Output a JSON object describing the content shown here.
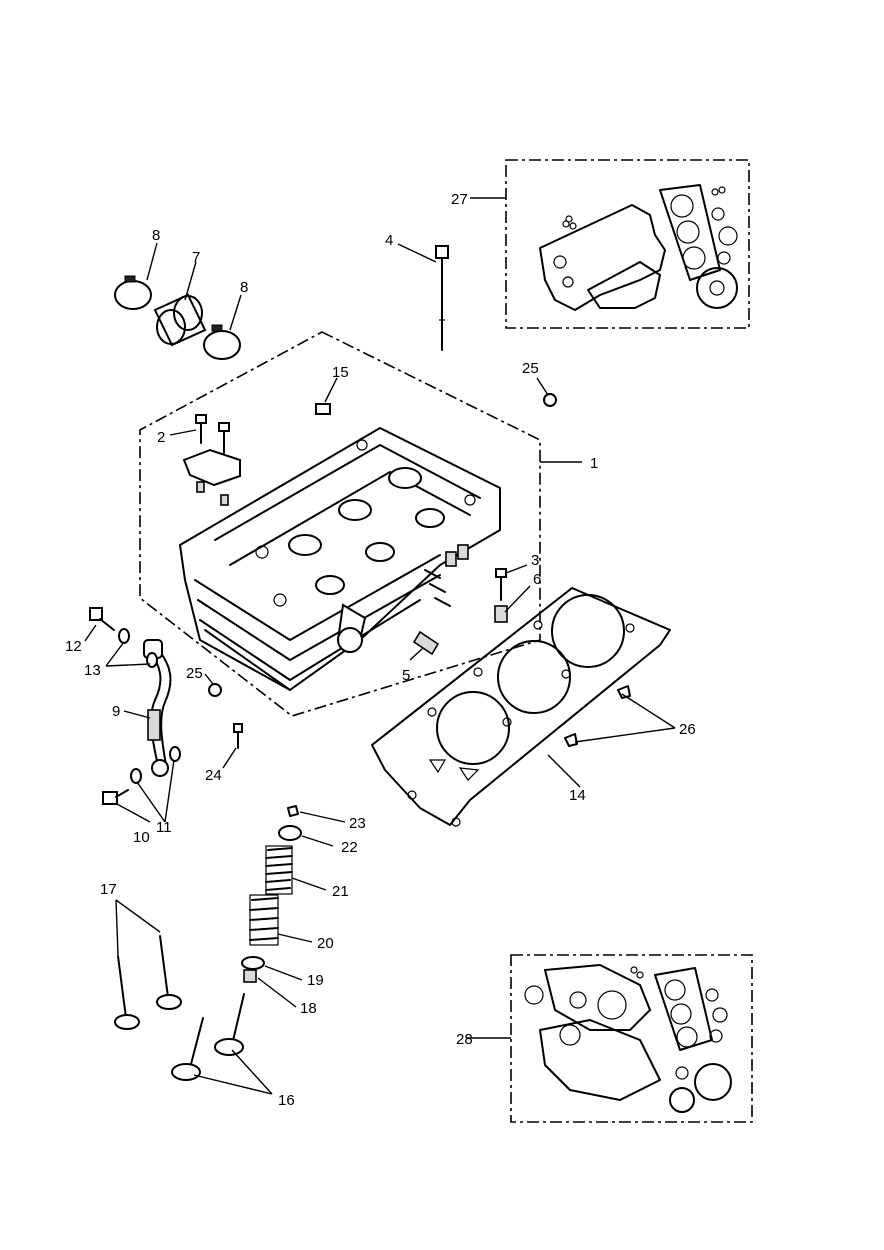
{
  "callouts": [
    {
      "id": "c1",
      "text": "1"
    },
    {
      "id": "c2",
      "text": "2"
    },
    {
      "id": "c3",
      "text": "3"
    },
    {
      "id": "c4",
      "text": "4"
    },
    {
      "id": "c5",
      "text": "5"
    },
    {
      "id": "c6",
      "text": "6"
    },
    {
      "id": "c7",
      "text": "7"
    },
    {
      "id": "c8a",
      "text": "8"
    },
    {
      "id": "c8b",
      "text": "8"
    },
    {
      "id": "c9",
      "text": "9"
    },
    {
      "id": "c10",
      "text": "10"
    },
    {
      "id": "c11",
      "text": "11"
    },
    {
      "id": "c12",
      "text": "12"
    },
    {
      "id": "c13",
      "text": "13"
    },
    {
      "id": "c14",
      "text": "14"
    },
    {
      "id": "c15",
      "text": "15"
    },
    {
      "id": "c16",
      "text": "16"
    },
    {
      "id": "c17",
      "text": "17"
    },
    {
      "id": "c18",
      "text": "18"
    },
    {
      "id": "c19",
      "text": "19"
    },
    {
      "id": "c20",
      "text": "20"
    },
    {
      "id": "c21",
      "text": "21"
    },
    {
      "id": "c22",
      "text": "22"
    },
    {
      "id": "c23",
      "text": "23"
    },
    {
      "id": "c24",
      "text": "24"
    },
    {
      "id": "c25a",
      "text": "25"
    },
    {
      "id": "c25b",
      "text": "25"
    },
    {
      "id": "c26",
      "text": "26"
    },
    {
      "id": "c27",
      "text": "27"
    },
    {
      "id": "c28",
      "text": "28"
    }
  ]
}
